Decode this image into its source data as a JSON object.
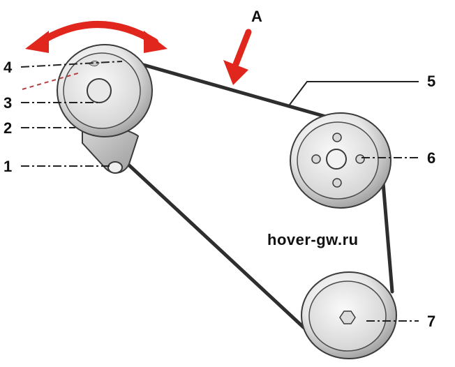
{
  "diagram": {
    "view_label": "A",
    "callouts": {
      "c1": "1",
      "c2": "2",
      "c3": "3",
      "c4": "4",
      "c5": "5",
      "c6": "6",
      "c7": "7"
    },
    "watermark": "hover-gw.ru"
  },
  "colors": {
    "arrow": "#e0261d",
    "belt": "#333333",
    "pulley_light": "#f4f4f4",
    "pulley_dark": "#8e8e8e",
    "outline": "#3a3a3a"
  }
}
